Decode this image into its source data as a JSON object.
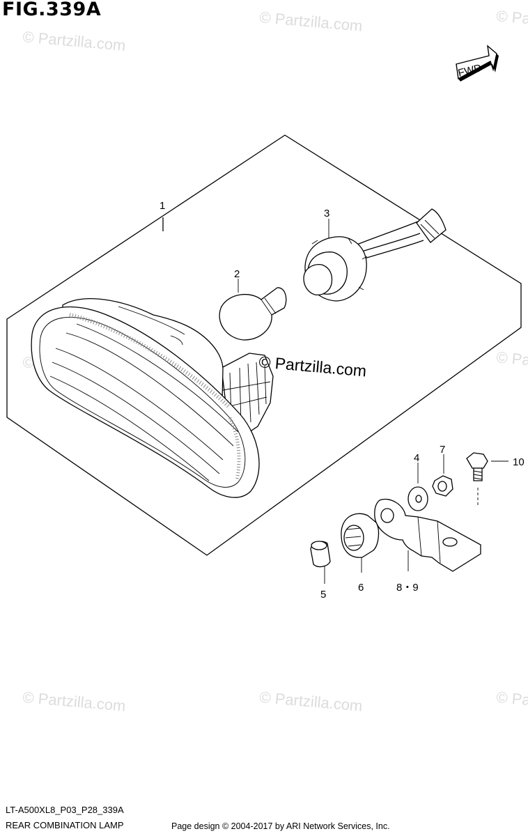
{
  "figure": {
    "title": "FIG.339A",
    "model_code": "LT-A500XL8_P03_P28_339A",
    "caption": "REAR COMBINATION LAMP",
    "credit": "Page design © 2004-2017 by ARI Network Services, Inc."
  },
  "direction_badge": "FWD",
  "brand_mark": "© Partzilla.com",
  "watermark_text": "© Partzilla.com",
  "callouts": {
    "p1": "1",
    "p2": "2",
    "p3": "3",
    "p4": "4",
    "p5": "5",
    "p6": "6",
    "p7": "7",
    "p89": "8・9",
    "p10": "10"
  }
}
